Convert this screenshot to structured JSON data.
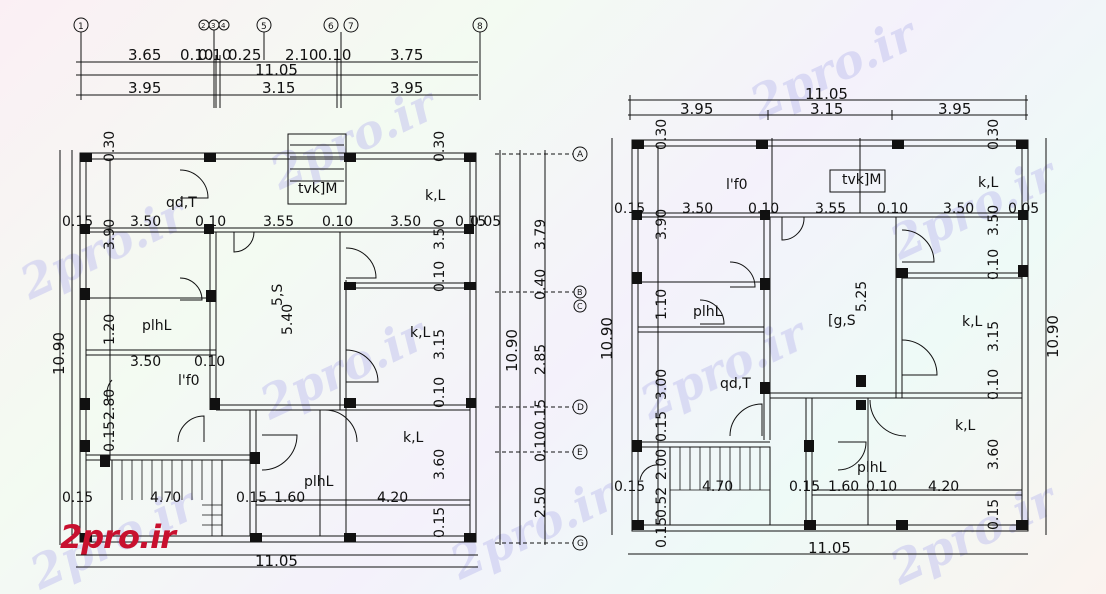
{
  "logo_text": "2pro.ir",
  "watermark_text": "2pro.ir",
  "colors": {
    "line": "#111111",
    "column": "#111111",
    "logo": "#c8102e",
    "watermark": "#b9b9e6"
  },
  "left_plan": {
    "grid_bubbles": [
      "1",
      "2",
      "3",
      "4",
      "5",
      "6",
      "7",
      "8"
    ],
    "row_bubbles": [
      "A",
      "B",
      "C",
      "D",
      "E",
      "G"
    ],
    "top_dim_row1": [
      "3.65",
      "0.10",
      "0.10",
      "0.25",
      "2.10",
      "0.10",
      "3.75"
    ],
    "top_total": "11.05",
    "top_dim_row3": [
      "3.95",
      "3.15",
      "3.95"
    ],
    "bottom_total": "11.05",
    "left_total": "10.90",
    "right_dims": [
      "3.79",
      "0.40",
      "2.85",
      "0.15",
      "0.10",
      "2.50"
    ],
    "right_total": "10.90",
    "rooms": [
      "qd,T",
      "tvk]M",
      "k,L",
      "5.40",
      "5,S",
      "k,L",
      "plhL",
      "l'f0",
      "k,L",
      "plhL"
    ],
    "interior_dims_row1": [
      "0.15",
      "3.50",
      "0.10",
      "3.55",
      "0.10",
      "3.50",
      "0.15",
      "0.05"
    ],
    "interior_dims_row2": [
      "3.50",
      "0.10"
    ],
    "interior_dims_bottom": [
      "0.15",
      "4.70",
      "0.15",
      "1.60",
      "4.20"
    ],
    "vertical_dims_left": [
      "0.30",
      "3.90",
      "1.20",
      "2.80",
      "0.15"
    ],
    "vertical_dims_right": [
      "0.30",
      "3.50",
      "0.10",
      "3.15",
      "0.10",
      "3.60",
      "0.15"
    ]
  },
  "right_plan": {
    "top_total": "11.05",
    "top_dim_row": [
      "3.95",
      "3.15",
      "3.95"
    ],
    "bottom_total": "11.05",
    "left_total": "10.90",
    "right_total": "10.90",
    "rooms": [
      "l'f0",
      "tvk]M",
      "k,L",
      "plhL",
      "[g,S",
      "5.25",
      "k,L",
      "qd,T",
      "k,L",
      "plhL"
    ],
    "interior_dims_row1": [
      "0.15",
      "3.50",
      "0.10",
      "3.55",
      "0.10",
      "3.50",
      "0.05"
    ],
    "interior_dims_bottom": [
      "0.15",
      "4.70",
      "0.15",
      "1.60",
      "0.10",
      "4.20"
    ],
    "vertical_dims_left": [
      "0.30",
      "3.90",
      "1.10",
      "3.00",
      "0.15",
      "2.00",
      "0.52",
      "0.15"
    ],
    "vertical_dims_right": [
      "0.30",
      "3.50",
      "0.10",
      "3.15",
      "0.10",
      "3.60",
      "0.15"
    ]
  }
}
